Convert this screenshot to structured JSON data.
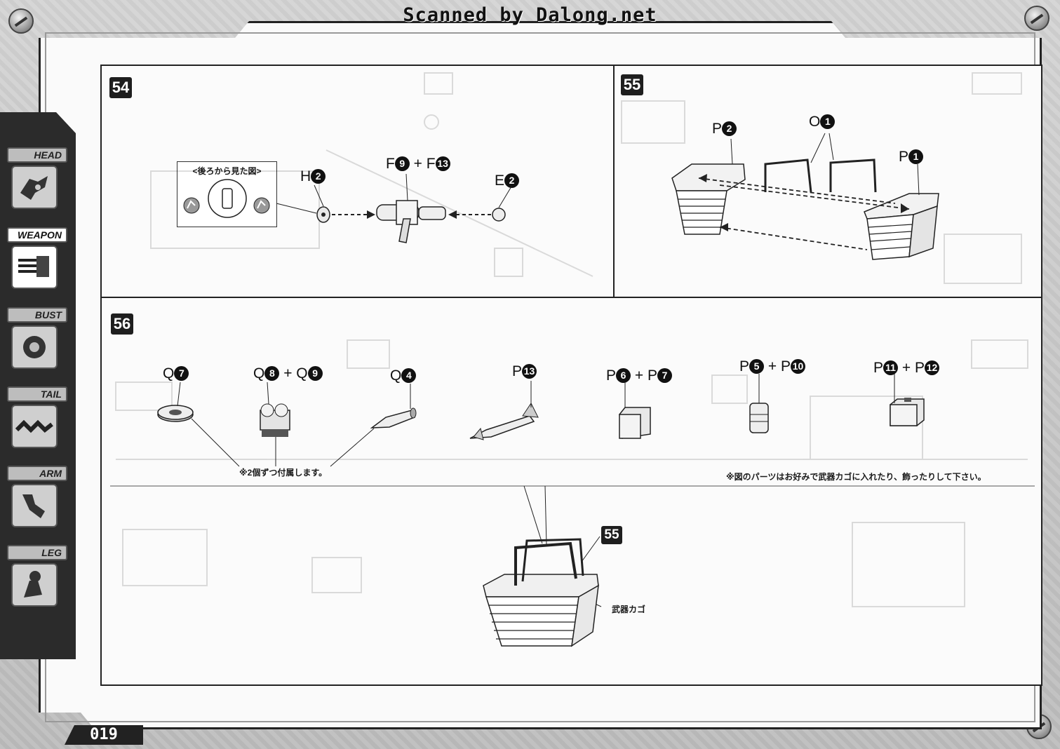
{
  "banner": "Scanned by Dalong.net",
  "page_number": "019",
  "sidebar": {
    "items": [
      {
        "label": "HEAD",
        "icon": "head-part-icon",
        "active": false
      },
      {
        "label": "WEAPON",
        "icon": "weapon-part-icon",
        "active": true
      },
      {
        "label": "BUST",
        "icon": "bust-part-icon",
        "active": false
      },
      {
        "label": "TAIL",
        "icon": "tail-part-icon",
        "active": false
      },
      {
        "label": "ARM",
        "icon": "arm-part-icon",
        "active": false
      },
      {
        "label": "LEG",
        "icon": "leg-part-icon",
        "active": false
      }
    ]
  },
  "step54": {
    "number": "54",
    "inset_title": "<後ろから見た図>",
    "parts": {
      "h": {
        "letter": "H",
        "num": "2"
      },
      "f": {
        "letter1": "F",
        "num1": "9",
        "plus": "+",
        "letter2": "F",
        "num2": "13"
      },
      "e": {
        "letter": "E",
        "num": "2"
      }
    }
  },
  "step55": {
    "number": "55",
    "parts": {
      "p2": {
        "letter": "P",
        "num": "2"
      },
      "o1": {
        "letter": "O",
        "num": "1"
      },
      "p1": {
        "letter": "P",
        "num": "1"
      }
    }
  },
  "step56": {
    "number": "56",
    "parts": [
      {
        "letter": "Q",
        "num": "7"
      },
      {
        "letter1": "Q",
        "num1": "8",
        "plus": "+",
        "letter2": "Q",
        "num2": "9"
      },
      {
        "letter": "Q",
        "num": "4"
      },
      {
        "letter": "P",
        "num": "13"
      },
      {
        "letter1": "P",
        "num1": "6",
        "plus": "+",
        "letter2": "P",
        "num2": "7"
      },
      {
        "letter1": "P",
        "num1": "5",
        "plus": "+",
        "letter2": "P",
        "num2": "10"
      },
      {
        "letter1": "P",
        "num1": "11",
        "plus": "+",
        "letter2": "P",
        "num2": "12"
      }
    ],
    "note_left": "※2個ずつ付属します。",
    "note_right": "※図のパーツはお好みで武器カゴに入れたり、飾ったりして下さい。",
    "basket_ref": "55",
    "basket_label": "武器カゴ"
  }
}
